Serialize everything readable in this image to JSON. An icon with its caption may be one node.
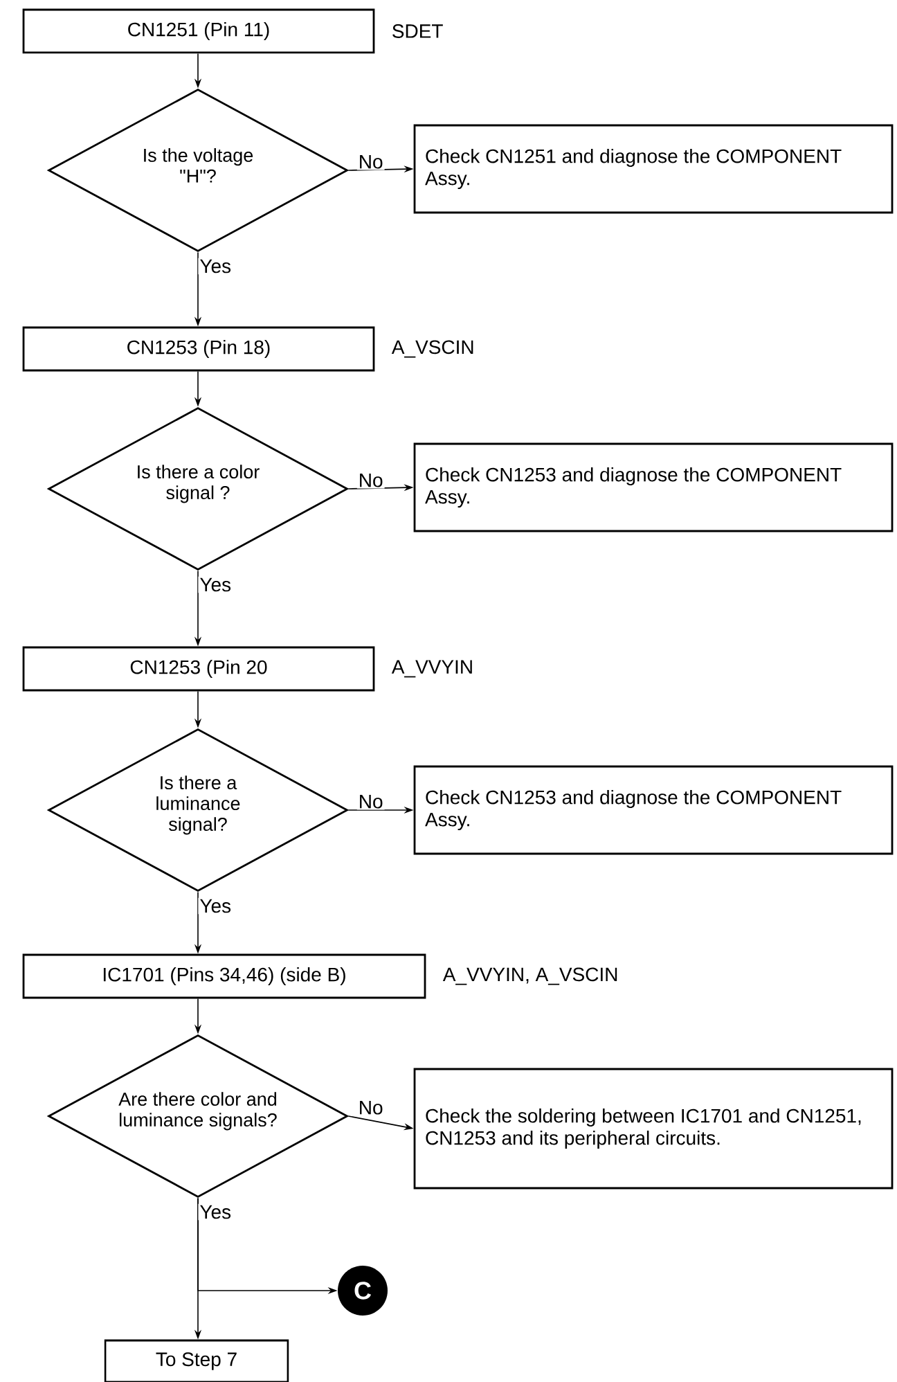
{
  "diagram": {
    "nodes": [
      {
        "text": [
          "CN1251 (Pin 11)"
        ],
        "beside": [
          "SDET"
        ]
      },
      {
        "text": [
          "Is the voltage \"H\"?"
        ]
      },
      {
        "text": [
          "Check CN1251 and diagnose the COMPONENT Assy."
        ]
      },
      {
        "text": [
          "CN1253 (Pin 18)"
        ],
        "beside": [
          "A_VSCIN"
        ]
      },
      {
        "text": [
          "Is there a color signal ?"
        ]
      },
      {
        "text": [
          "Check CN1253 and diagnose the COMPONENT Assy."
        ]
      },
      {
        "text": [
          "CN1253 (Pin 20"
        ],
        "beside": [
          "A_VVYIN"
        ]
      },
      {
        "text": [
          "Is there a luminance signal?"
        ]
      },
      {
        "text": [
          "Check CN1253 and diagnose the COMPONENT Assy."
        ]
      },
      {
        "text": [
          "IC1701 (Pins 34,46) (side B)"
        ],
        "beside": [
          "A_VVYIN, A_VSCIN"
        ]
      },
      {
        "text": [
          "Are there color and luminance signals?"
        ]
      },
      {
        "text": [
          "Check the soldering between IC1701 and CN1251, CN1253 and its peripheral circuits."
        ]
      },
      {
        "text": [
          "C"
        ]
      },
      {
        "text": [
          "To Step 7"
        ]
      }
    ],
    "edges": [
      {
        "from": 0,
        "to": 1,
        "arrow": "to"
      },
      {
        "from": 1,
        "to": 2,
        "arrow": "to",
        "label": "No"
      },
      {
        "from": 1,
        "to": 3,
        "arrow": "to",
        "label": "Yes"
      },
      {
        "from": 3,
        "to": 4,
        "arrow": "to"
      },
      {
        "from": 4,
        "to": 5,
        "arrow": "to",
        "label": "No"
      },
      {
        "from": 4,
        "to": 6,
        "arrow": "to",
        "label": "Yes"
      },
      {
        "from": 6,
        "to": 7,
        "arrow": "to"
      },
      {
        "from": 7,
        "to": 8,
        "arrow": "to",
        "label": "No"
      },
      {
        "from": 7,
        "to": 9,
        "arrow": "to",
        "label": "Yes"
      },
      {
        "from": 9,
        "to": 10,
        "arrow": "to"
      },
      {
        "from": 10,
        "to": 11,
        "arrow": "to",
        "label": "No"
      },
      {
        "from": 10,
        "to": 12,
        "arrow": "to"
      },
      {
        "from": 10,
        "to": 13,
        "arrow": "to",
        "label": "Yes"
      }
    ]
  }
}
